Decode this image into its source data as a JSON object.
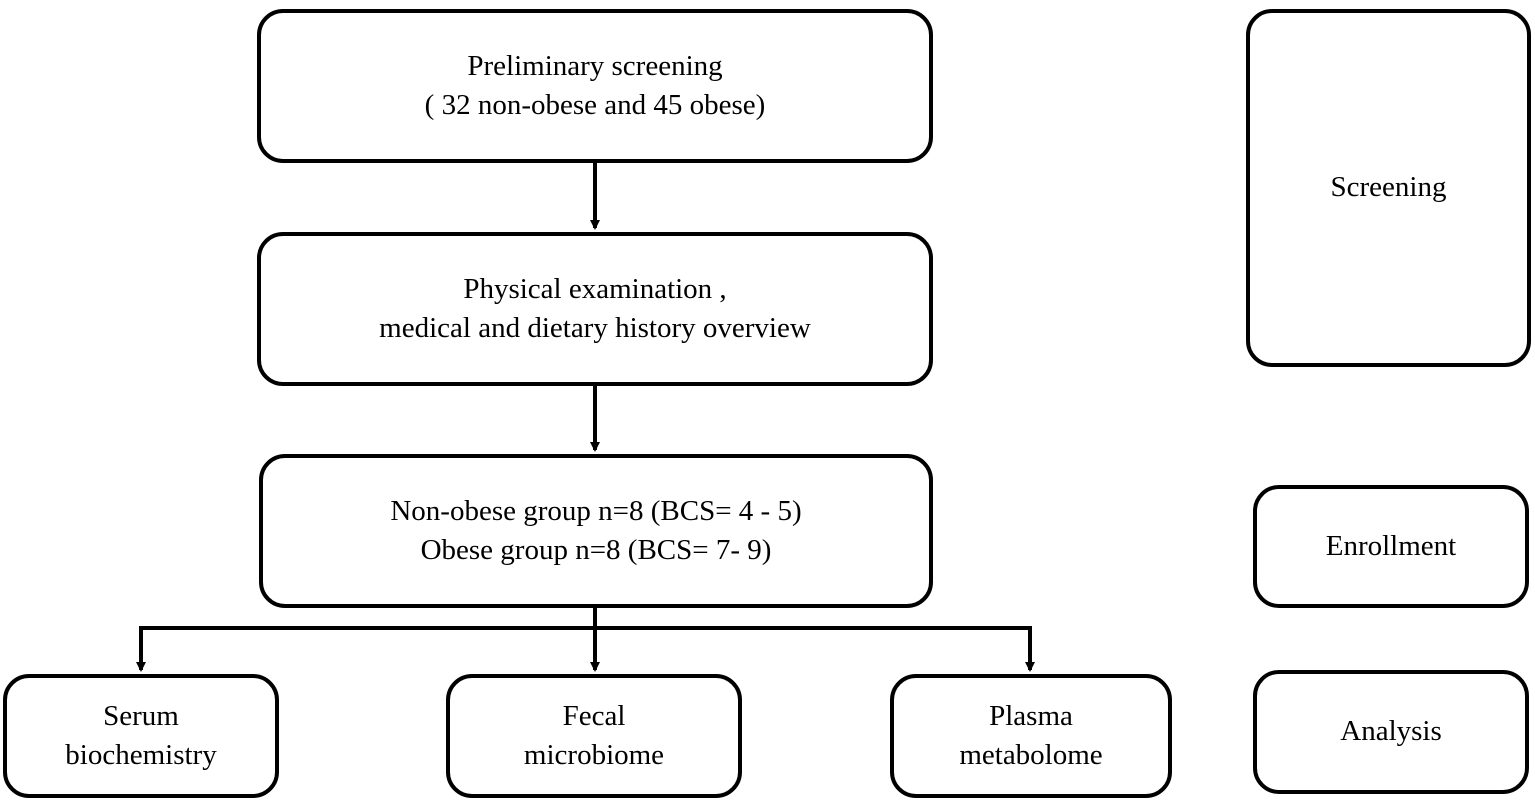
{
  "flow": {
    "preliminary_screening": {
      "line1": "Preliminary screening",
      "line2": "( 32 non-obese and 45 obese)"
    },
    "physical_exam": {
      "line1": "Physical examination ,",
      "line2": "medical and dietary history overview"
    },
    "groups": {
      "line1": "Non-obese group n=8 (BCS= 4 - 5)",
      "line2": "Obese group n=8 (BCS= 7- 9)"
    },
    "serum": {
      "line1": "Serum",
      "line2": "biochemistry"
    },
    "fecal": {
      "line1": "Fecal",
      "line2": "microbiome"
    },
    "plasma": {
      "line1": "Plasma",
      "line2": "metabolome"
    }
  },
  "stages": {
    "screening": "Screening",
    "enrollment": "Enrollment",
    "analysis": "Analysis"
  }
}
